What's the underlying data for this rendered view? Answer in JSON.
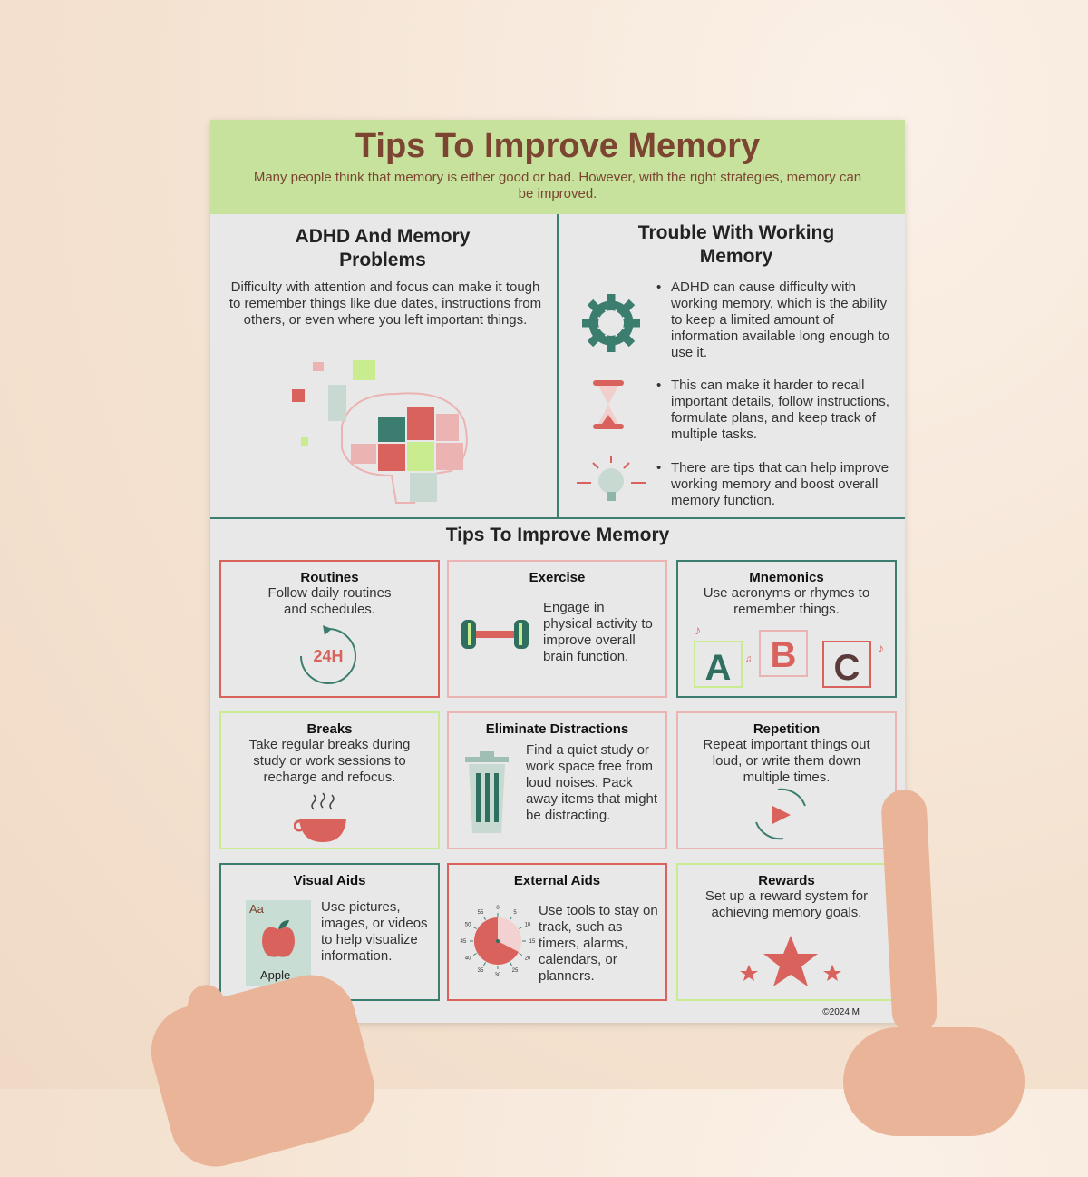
{
  "header": {
    "title": "Tips To Improve Memory",
    "subtitle": "Many people think that memory is either good or bad.  However, with the right strategies, memory can be improved."
  },
  "adhd": {
    "title": "ADHD And Memory Problems",
    "text": "Difficulty with attention and focus can make it tough to remember things like due dates, instructions from others, or even where you left important things."
  },
  "working": {
    "title": "Trouble With Working Memory",
    "bullets": [
      "ADHD can cause difficulty with working memory, which is the ability to keep a limited amount of information available long enough to use it.",
      "This can make it harder to recall important details, follow instructions, formulate plans, and keep track of multiple tasks.",
      "There are tips that can help improve working memory and boost overall memory function."
    ]
  },
  "tips": {
    "title": "Tips To Improve Memory",
    "cards": [
      {
        "title": "Routines",
        "text": "Follow daily routines and schedules.",
        "icon_label": "24H"
      },
      {
        "title": "Exercise",
        "text": "Engage in physical activity to improve overall brain function."
      },
      {
        "title": "Mnemonics",
        "text": "Use acronyms or rhymes to remember things.",
        "letters": [
          "A",
          "B",
          "C"
        ]
      },
      {
        "title": "Breaks",
        "text": "Take regular breaks during study or work sessions to recharge and refocus."
      },
      {
        "title": "Eliminate Distractions",
        "text": "Find a quiet study or work space free from loud noises. Pack away items that might be distracting."
      },
      {
        "title": "Repetition",
        "text": "Repeat important things out loud, or write them down multiple times."
      },
      {
        "title": "Visual Aids",
        "text": "Use pictures, images, or videos to help visualize information.",
        "card_aa": "Aa",
        "card_word": "Apple"
      },
      {
        "title": "External Aids",
        "text": "Use tools to stay on track, such as timers, alarms, calendars, or planners.",
        "timer_marks": [
          "0",
          "5",
          "10",
          "15",
          "20",
          "25",
          "30",
          "35",
          "40",
          "45",
          "50",
          "55"
        ]
      },
      {
        "title": "Rewards",
        "text": "Set up a reward system for achieving memory goals."
      }
    ]
  },
  "copyright": "©2024 M",
  "colors": {
    "header": "#c7e29d",
    "title": "#7b4531",
    "teal": "#3b7d6f",
    "red": "#d9625d",
    "pink": "#ebb3b1",
    "green": "#c9ec8e"
  }
}
